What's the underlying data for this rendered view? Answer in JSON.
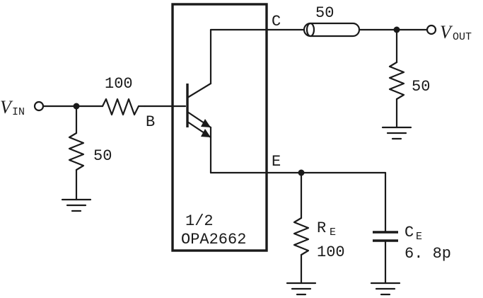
{
  "diagram": {
    "vin_label": "V",
    "vin_sub": "IN",
    "vout_label": "V",
    "vout_sub": "OUT",
    "node_b": "B",
    "node_c": "C",
    "node_e": "E",
    "r_series": "100",
    "r_in_shunt": "50",
    "r_out_shunt": "50",
    "coax_label": "50",
    "re_label": "R",
    "re_sub": "E",
    "re_value": "100",
    "ce_label": "C",
    "ce_sub": "E",
    "ce_value": "6. 8p",
    "chip_line1": "1/2",
    "chip_line2": "OPA2662"
  }
}
